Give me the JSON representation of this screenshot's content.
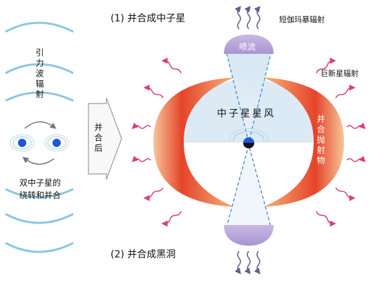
{
  "labels": {
    "merge_neutron_star": "(1)  并合成中子星",
    "merge_black_hole": "(2)  并合成黑洞",
    "gravitational_wave": "引力波辐射",
    "binary_orbit_merge": "双中子星的\n绕转和并合",
    "after_merge": "并合后",
    "jet": "喷流",
    "short_grb": "短伽玛暴辐射",
    "kilonova": "巨新星辐射",
    "ns_wind": "中子星星风",
    "ejecta": "并合抛射物"
  },
  "colors": {
    "wave_arc": "#8dc6df",
    "star_blue": "#1f56d8",
    "ejecta_red": "#e5442a",
    "ejecta_orange": "#f6b37a",
    "wind_blue": "#dceaf5",
    "jet_purple": "#b9a6d8",
    "grb_arrow": "#6b5a8a",
    "kilonova_arrow": "#d63f7f"
  }
}
